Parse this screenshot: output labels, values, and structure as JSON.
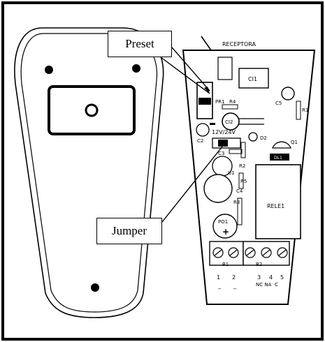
{
  "callouts": {
    "preset": "Preset",
    "jumper": "Jumper"
  },
  "board": {
    "title": "RECEPTORA",
    "ic1": "CI1",
    "ic2": "CI2",
    "pr1": "PR1",
    "r4": "R4",
    "r1": "R1",
    "c5": "C5",
    "c2": "C2",
    "voltage": "12V/24V",
    "d2": "D2",
    "q1": "Q1",
    "dl1": "DL1",
    "c3": "C3",
    "r2": "R2",
    "u1": "U1",
    "r5": "R5",
    "c4": "C4",
    "r3": "R3",
    "po1": "PO1",
    "relay": "RELE1",
    "b1": "B1",
    "b2": "B2",
    "terminals": [
      "1",
      "2",
      "3",
      "4",
      "5"
    ],
    "contacts": "NC NA  C"
  },
  "colors": {
    "ink": "#000000",
    "paper": "#ffffff"
  }
}
